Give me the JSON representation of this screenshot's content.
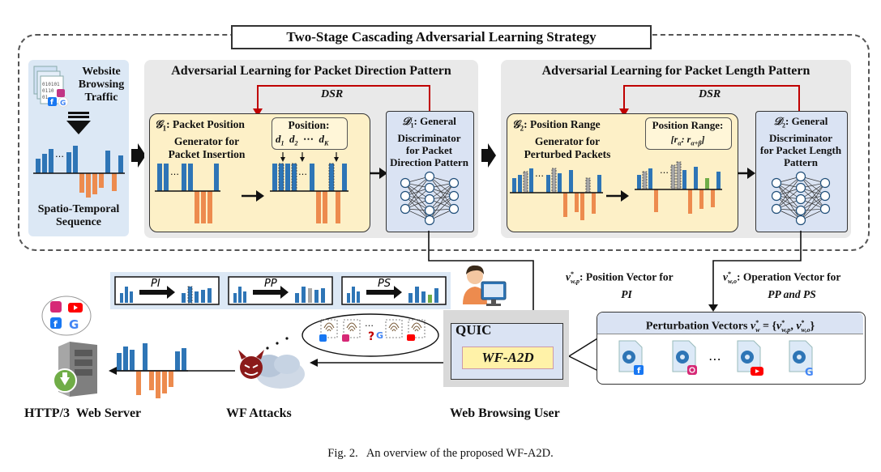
{
  "title": "Two-Stage Cascading Adversarial Learning Strategy",
  "stage1": {
    "title": "Adversarial Learning for Packet Direction Pattern",
    "dsr": "DSR",
    "generator": {
      "symbol": "𝒢",
      "sub": "1",
      "text_line1": ": Packet Position",
      "text_line2": "Generator for",
      "text_line3": "Packet Insertion"
    },
    "position": {
      "label": "Position:",
      "d1": "d",
      "d1_sub": "1",
      "d2": "d",
      "d2_sub": "2",
      "dots": "⋯",
      "dk": "d",
      "dk_sub": "K"
    },
    "discriminator": {
      "symbol": "𝒟",
      "sub": "1",
      "text_line1": ": General",
      "text_line2": "Discriminator",
      "text_line3": "for Packet",
      "text_line4": "Direction Pattern"
    }
  },
  "stage2": {
    "title": "Adversarial Learning for Packet Length Pattern",
    "dsr": "DSR",
    "generator": {
      "symbol": "𝒢",
      "sub": "2",
      "text_line1": ": Position Range",
      "text_line2": "Generator for",
      "text_line3": "Perturbed Packets"
    },
    "range": {
      "label": "Position Range:",
      "expr": "[r_α: r_α+β]"
    },
    "discriminator": {
      "symbol": "𝒟",
      "sub": "2",
      "text_line1": ": General",
      "text_line2": "Discriminator",
      "text_line3": "for Packet Length",
      "text_line4": "Pattern"
    }
  },
  "input": {
    "label_line1": "Website",
    "label_line2": "Browsing",
    "label_line3": "Traffic",
    "seq_line1": "Spatio-Temporal",
    "seq_line2": "Sequence",
    "binary": "010101\n0110\n01"
  },
  "strategies": [
    {
      "name": "PI"
    },
    {
      "name": "PP"
    },
    {
      "name": "PS"
    }
  ],
  "vectors": {
    "position_vector": {
      "sym": "v",
      "sup": "*",
      "sub": "w,p",
      "text": ": Position Vector for",
      "target": "PI"
    },
    "operation_vector": {
      "sym": "v",
      "sup": "*",
      "sub": "w,o",
      "text": ": Operation Vector for",
      "target": "PP and PS"
    },
    "perturbation_label": "Perturbation Vectors ",
    "perturbation_expr": "v*w = {v*w,p, v*w,o}",
    "dots": "⋯"
  },
  "quic": {
    "label": "QUIC",
    "module": "WF-A2D"
  },
  "labels": {
    "server": "HTTP/3  Web Server",
    "attacks": "WF Attacks",
    "user": "Web Browsing User"
  },
  "caption": "Fig. 2.   An overview of the proposed WF-A2D.",
  "colors": {
    "blue_bar": "#2e75b6",
    "orange_bar": "#ed8b4e",
    "grey_bar": "#a6a6a6",
    "green_bar": "#70ad47",
    "red_arrow": "#c00000",
    "generator_fill": "#fdf0c7",
    "discriminator_fill": "#dae3f3",
    "panel": "#e7e6e6"
  }
}
